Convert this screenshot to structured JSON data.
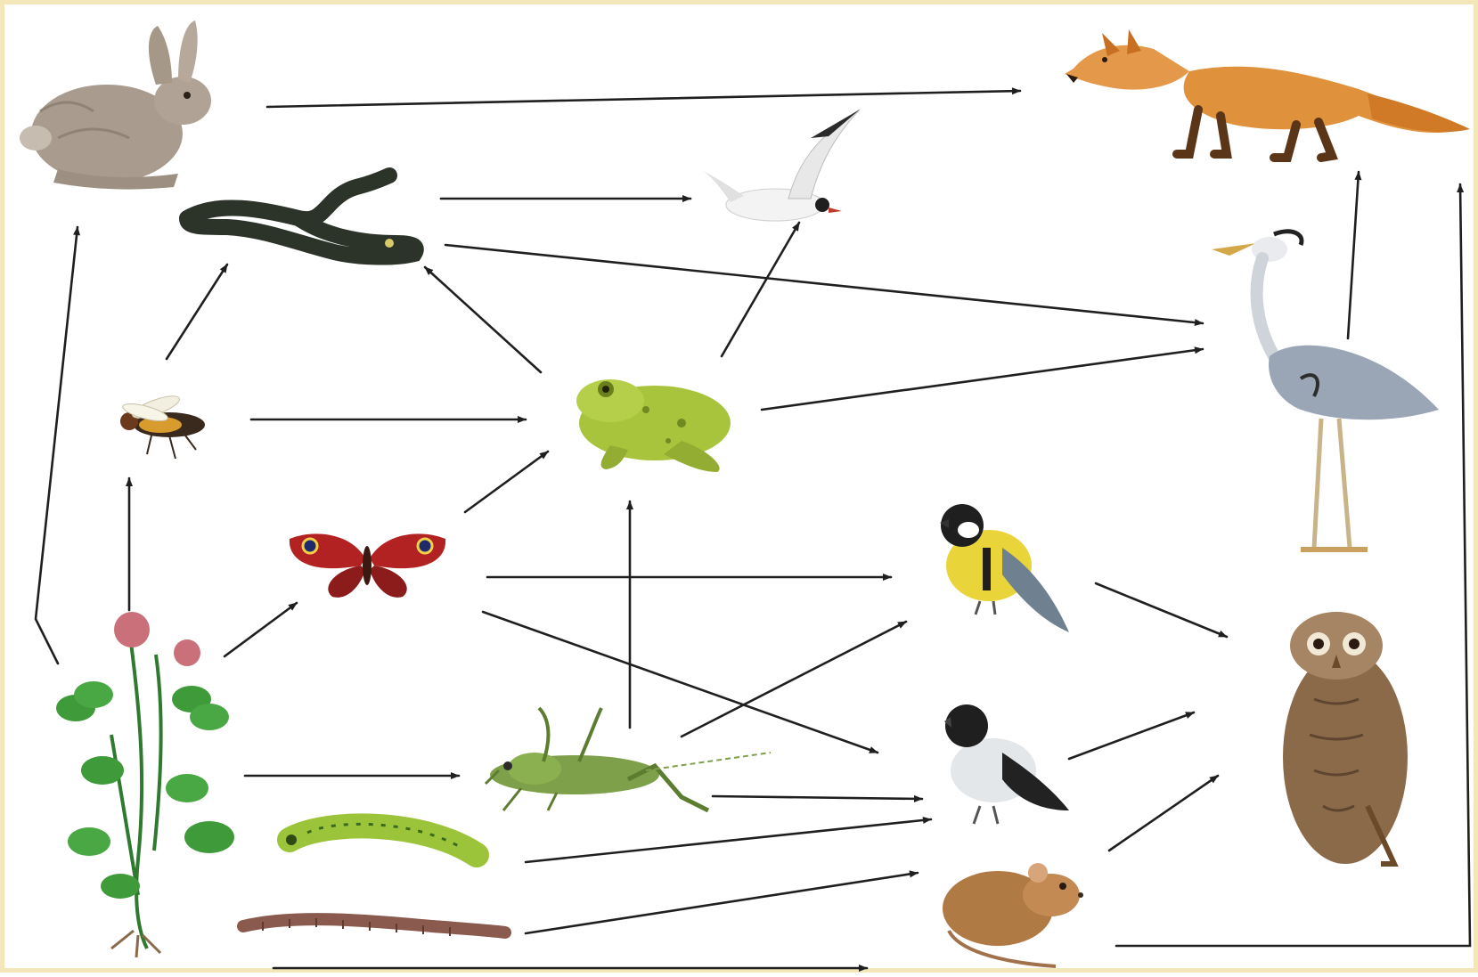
{
  "diagram": {
    "type": "food-web",
    "text_labels": "none",
    "colors": {
      "background": "#ffffff",
      "frame": "#f3e6b8",
      "arrow": "#1f1f1f",
      "hare": "#a99c8f",
      "fox": "#e0913c",
      "heron": "#9aa6b6",
      "owl": "#8b6a4a",
      "clover": "#3f9a3a",
      "frog": "#a8c43d",
      "butterfly": "#b22222",
      "tit": "#e9d43a",
      "mouse": "#b07a45",
      "worm": "#8a5a4e"
    },
    "organisms": [
      {
        "id": "hare",
        "icon": "hare-icon"
      },
      {
        "id": "fox",
        "icon": "fox-icon"
      },
      {
        "id": "grass-snake",
        "icon": "snake-icon"
      },
      {
        "id": "gull",
        "icon": "gull-icon"
      },
      {
        "id": "heron",
        "icon": "heron-icon"
      },
      {
        "id": "fly",
        "icon": "fly-icon"
      },
      {
        "id": "frog",
        "icon": "frog-icon"
      },
      {
        "id": "butterfly",
        "icon": "butterfly-icon"
      },
      {
        "id": "great-tit",
        "icon": "tit-icon"
      },
      {
        "id": "clover",
        "icon": "clover-icon"
      },
      {
        "id": "grasshopper",
        "icon": "grasshopper-icon"
      },
      {
        "id": "flycatcher",
        "icon": "flycatcher-icon"
      },
      {
        "id": "owl",
        "icon": "owl-icon"
      },
      {
        "id": "caterpillar",
        "icon": "caterpillar-icon"
      },
      {
        "id": "earthworm",
        "icon": "earthworm-icon"
      },
      {
        "id": "mouse",
        "icon": "mouse-icon"
      }
    ],
    "links": [
      {
        "from": "hare",
        "to": "fox"
      },
      {
        "from": "grass-snake",
        "to": "gull"
      },
      {
        "from": "grass-snake",
        "to": "heron"
      },
      {
        "from": "frog",
        "to": "grass-snake"
      },
      {
        "from": "frog",
        "to": "gull"
      },
      {
        "from": "frog",
        "to": "heron"
      },
      {
        "from": "fly",
        "to": "grass-snake"
      },
      {
        "from": "fly",
        "to": "frog"
      },
      {
        "from": "clover",
        "to": "hare"
      },
      {
        "from": "clover",
        "to": "fly"
      },
      {
        "from": "clover",
        "to": "butterfly"
      },
      {
        "from": "clover",
        "to": "grasshopper"
      },
      {
        "from": "butterfly",
        "to": "frog"
      },
      {
        "from": "butterfly",
        "to": "great-tit"
      },
      {
        "from": "butterfly",
        "to": "flycatcher"
      },
      {
        "from": "grasshopper",
        "to": "frog"
      },
      {
        "from": "grasshopper",
        "to": "great-tit"
      },
      {
        "from": "grasshopper",
        "to": "flycatcher"
      },
      {
        "from": "caterpillar",
        "to": "flycatcher"
      },
      {
        "from": "earthworm",
        "to": "mouse"
      },
      {
        "from": "great-tit",
        "to": "owl"
      },
      {
        "from": "flycatcher",
        "to": "owl"
      },
      {
        "from": "mouse",
        "to": "owl"
      },
      {
        "from": "mouse",
        "to": "fox"
      },
      {
        "from": "heron",
        "to": "fox"
      },
      {
        "from": "clover",
        "to": "mouse"
      }
    ]
  }
}
